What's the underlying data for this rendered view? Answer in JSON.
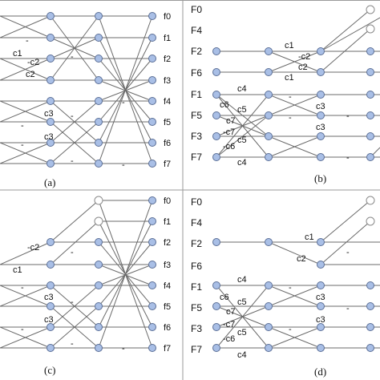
{
  "panels": [
    {
      "id": "a",
      "caption": "(a)",
      "outputs": [
        "f0",
        "f1",
        "f2",
        "f3",
        "f4",
        "f5",
        "f6",
        "f7"
      ],
      "labels": [
        "c1",
        "-c2",
        "c2",
        "c3",
        "c3",
        "-",
        "-",
        "-",
        "-",
        "-",
        "-",
        "-",
        "-"
      ]
    },
    {
      "id": "b",
      "caption": "(b)",
      "inputs": [
        "F0",
        "F4",
        "F2",
        "F6",
        "F1",
        "F5",
        "F3",
        "F7"
      ],
      "labels": [
        "c1",
        "-c2",
        "c2",
        "c1",
        "c4",
        "c6",
        "c5",
        "c7",
        "-c7",
        "-c6",
        "c5",
        "c4",
        "c3",
        "c3",
        "-",
        "-",
        "-",
        "-"
      ]
    },
    {
      "id": "c",
      "caption": "(c)",
      "outputs": [
        "f0",
        "f1",
        "f2",
        "f3",
        "f4",
        "f5",
        "f6",
        "f7"
      ],
      "labels": [
        "-c2",
        "c1",
        "c3",
        "c3",
        "-",
        "-",
        "-",
        "-",
        "-",
        "-"
      ]
    },
    {
      "id": "d",
      "caption": "(d)",
      "inputs": [
        "F0",
        "F4",
        "F2",
        "F6",
        "F1",
        "F5",
        "F3",
        "F7"
      ],
      "labels": [
        "c1",
        "c2",
        "c4",
        "c6",
        "c7",
        "c5",
        "-c7",
        "-c6",
        "c5",
        "c4",
        "c3",
        "c3",
        "-",
        "-",
        "-",
        "-"
      ]
    }
  ],
  "colors": {
    "node": "#a9bfe6",
    "line": "#6b6b6b",
    "hollow_node": "#ffffff"
  }
}
